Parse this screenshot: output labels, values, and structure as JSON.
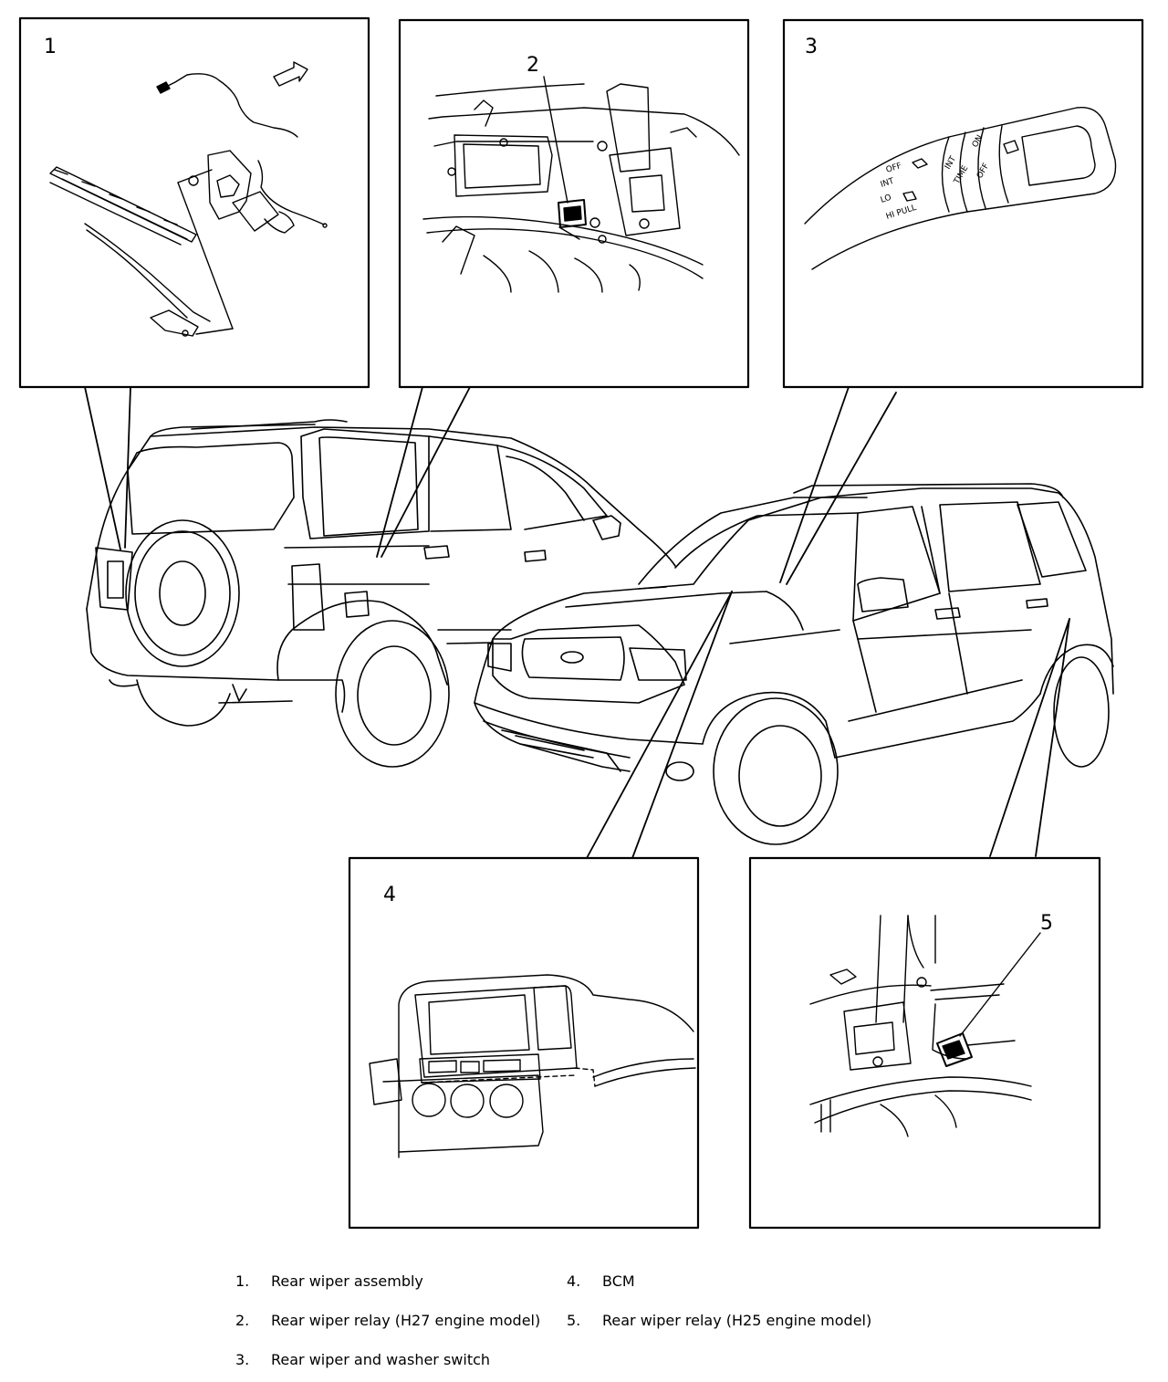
{
  "panels": [
    {
      "label": "1"
    },
    {
      "label": "2"
    },
    {
      "label": "3"
    },
    {
      "label": "4"
    },
    {
      "label": "5"
    }
  ],
  "switch_markings": {
    "left": [
      "OFF",
      "INT",
      "LO",
      "HI PULL"
    ],
    "knob": [
      "INT",
      "TIME"
    ],
    "right": [
      "ON",
      "OFF"
    ]
  },
  "legend": [
    {
      "num": "1.",
      "text": "Rear wiper assembly"
    },
    {
      "num": "2.",
      "text": "Rear wiper relay (H27 engine model)"
    },
    {
      "num": "3.",
      "text": "Rear wiper and washer switch"
    },
    {
      "num": "4.",
      "text": "BCM"
    },
    {
      "num": "5.",
      "text": "Rear wiper relay (H25 engine model)"
    }
  ]
}
